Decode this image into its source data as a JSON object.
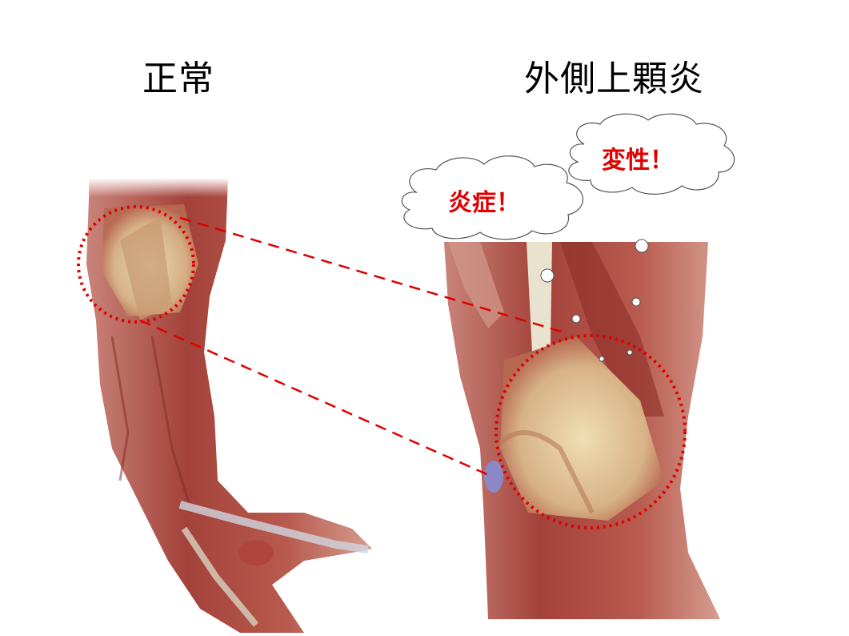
{
  "titles": {
    "normal": "正常",
    "condition": "外側上顆炎"
  },
  "callouts": {
    "inflammation": "炎症！",
    "degeneration": "変性！"
  },
  "colors": {
    "accent": "#e00000",
    "muscle": "#a8463c",
    "tendon": "#e8d9b0"
  }
}
